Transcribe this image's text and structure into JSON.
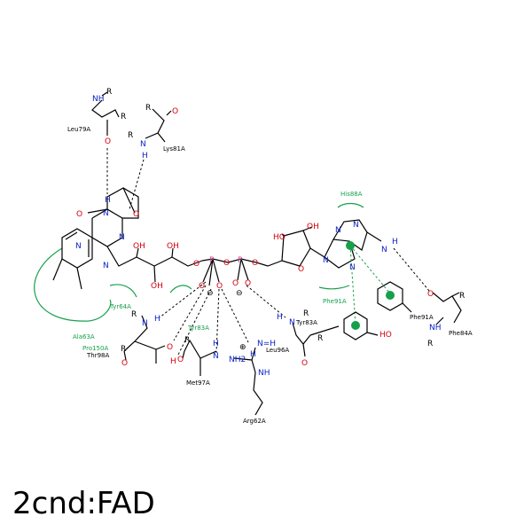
{
  "title": "2cnd:FAD",
  "atoms": {
    "nitrogen": "N",
    "oxygen": "O",
    "phosphorus": "P",
    "hydrogen": "H",
    "r_group": "R",
    "amine": "NH",
    "amino": "NH2",
    "hydroxyl": "OH",
    "hydroxyl_rev": "HO",
    "plus": "⊕",
    "minus": "⊖",
    "imine_h": "N=H"
  },
  "residues": {
    "leu79a": "Leu79A",
    "lys81a": "Lys81A",
    "his88a": "His88A",
    "tyr64a": "Tyr64A",
    "ala63a": "Ala63A",
    "pro150a": "Pro150A",
    "thr98a": "Thr98A",
    "tyr83a_green": "Tyr83A",
    "met97a": "Met97A",
    "arg62a": "Arg62A",
    "tyr83a_black": "Tyr83A",
    "leu96a": "Leu96A",
    "phe91a_green": "Phe91A",
    "phe91a_black": "Phe91A",
    "phe84a": "Phe84A"
  },
  "colors": {
    "nitrogen": "#0b22c8",
    "oxygen": "#d4000d",
    "phosphorus": "#c83c8c",
    "interaction_green": "#16a04b",
    "bond": "#000000"
  }
}
